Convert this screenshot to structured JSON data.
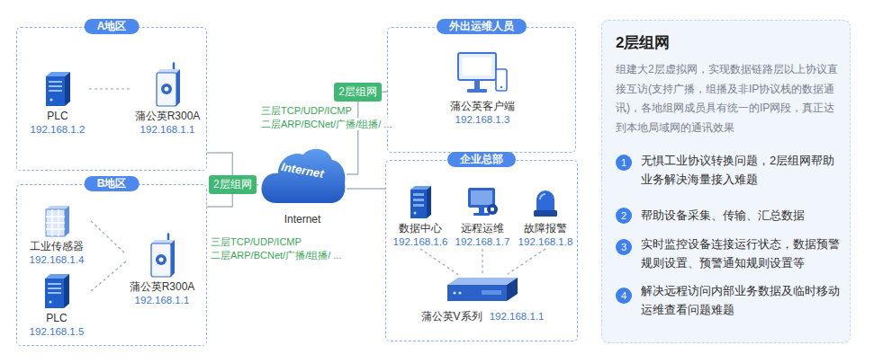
{
  "diagram": {
    "nodes": [
      {
        "text": [
          "A地区"
        ]
      },
      {
        "text": [
          "PLC",
          "192.168.1.2"
        ],
        "in": 0
      },
      {
        "text": [
          "蒲公英R300A",
          "192.168.1.1"
        ],
        "in": 0
      },
      {
        "text": [
          "B地区"
        ]
      },
      {
        "text": [
          "工业传感器",
          "192.168.1.4"
        ],
        "in": 3
      },
      {
        "text": [
          "PLC",
          "192.168.1.5"
        ],
        "in": 3
      },
      {
        "text": [
          "蒲公英R300A",
          "192.168.1.1"
        ],
        "in": 3
      },
      {
        "text": [
          "2层组网"
        ]
      },
      {
        "text": [
          "Internet",
          "Internet"
        ]
      },
      {
        "text": [
          "2层组网"
        ]
      },
      {
        "text": [
          "外出运维人员"
        ]
      },
      {
        "text": [
          "蒲公英客户端",
          "192.168.1.3"
        ],
        "in": 10
      },
      {
        "text": [
          "企业总部"
        ]
      },
      {
        "text": [
          "数据中心",
          "192.168.1.6"
        ],
        "in": 12
      },
      {
        "text": [
          "远程运维",
          "192.168.1.7"
        ],
        "in": 12
      },
      {
        "text": [
          "故障报警",
          "192.168.1.8"
        ],
        "in": 12
      },
      {
        "text": [
          "蒲公英V系列",
          "192.168.1.1"
        ],
        "in": 12
      },
      {
        "text": [
          "2层组网",
          "组建大2层虚拟网，实现数据链路层以上协议直接互访(支持广播，组播及非IP协议栈的数据通讯)，各地组网成员具有统一的IP网段，真正达到本地局域网的通讯效果"
        ]
      },
      {
        "text": [
          "1"
        ],
        "in": 17
      },
      {
        "text": [
          "2"
        ],
        "in": 17
      },
      {
        "text": [
          "3"
        ],
        "in": 17
      },
      {
        "text": [
          "4"
        ],
        "in": 17
      }
    ],
    "edges": [
      {
        "from": 1,
        "to": 2,
        "arrow": "none"
      },
      {
        "from": 4,
        "to": 6,
        "arrow": "none"
      },
      {
        "from": 5,
        "to": 6,
        "arrow": "none"
      },
      {
        "from": 0,
        "to": 7,
        "arrow": "none"
      },
      {
        "from": 3,
        "to": 7,
        "arrow": "none"
      },
      {
        "from": 7,
        "to": 8,
        "arrow": "none"
      },
      {
        "from": 8,
        "to": 9,
        "arrow": "none"
      },
      {
        "from": 9,
        "to": 10,
        "arrow": "none"
      },
      {
        "from": 8,
        "to": 12,
        "arrow": "none"
      },
      {
        "from": 13,
        "to": 16,
        "arrow": "none"
      },
      {
        "from": 14,
        "to": 16,
        "arrow": "none"
      },
      {
        "from": 15,
        "to": 16,
        "arrow": "none"
      }
    ],
    "labels": [
      "三层TCP/UDP/ICMP",
      "二层ARP/BCNet/广播/组播/ ...",
      "三层TCP/UDP/ICMP",
      "二层ARP/BCNet/广播/组播/ ...",
      "无惧工业协议转换问题，2层组网帮助业务解决海量接入难题",
      "帮助设备采集、传输、汇总数据",
      "实时监控设备连接运行状态，数据预警规则设置、预警通知规则设置等",
      "解决远程访问内部业务数据及临时移动运维查看问题难题"
    ]
  }
}
